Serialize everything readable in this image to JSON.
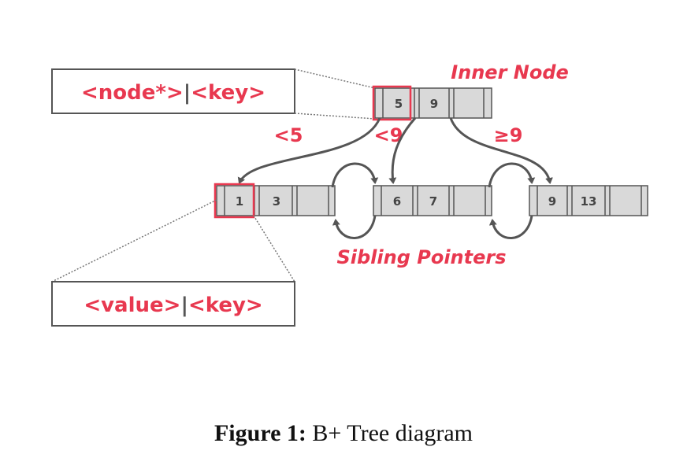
{
  "legend_top": {
    "left": "<node*>",
    "sep": "|",
    "right": "<key>"
  },
  "legend_bottom": {
    "left": "<value>",
    "sep": "|",
    "right": "<key>"
  },
  "labels": {
    "inner_node": "Inner Node",
    "sibling_pointers": "Sibling Pointers",
    "lt5": "<5",
    "lt9": "<9",
    "ge9": "≥9"
  },
  "inner_node_keys": [
    "5",
    "9"
  ],
  "leaf_keys": {
    "leaf1": [
      "1",
      "3"
    ],
    "leaf2": [
      "6",
      "7"
    ],
    "leaf3": [
      "9",
      "13"
    ]
  },
  "caption": {
    "label": "Figure 1:",
    "text": " B+ Tree diagram"
  },
  "colors": {
    "accent": "#e8384f",
    "node_fill": "#d9d9d9",
    "node_stroke": "#555555"
  }
}
